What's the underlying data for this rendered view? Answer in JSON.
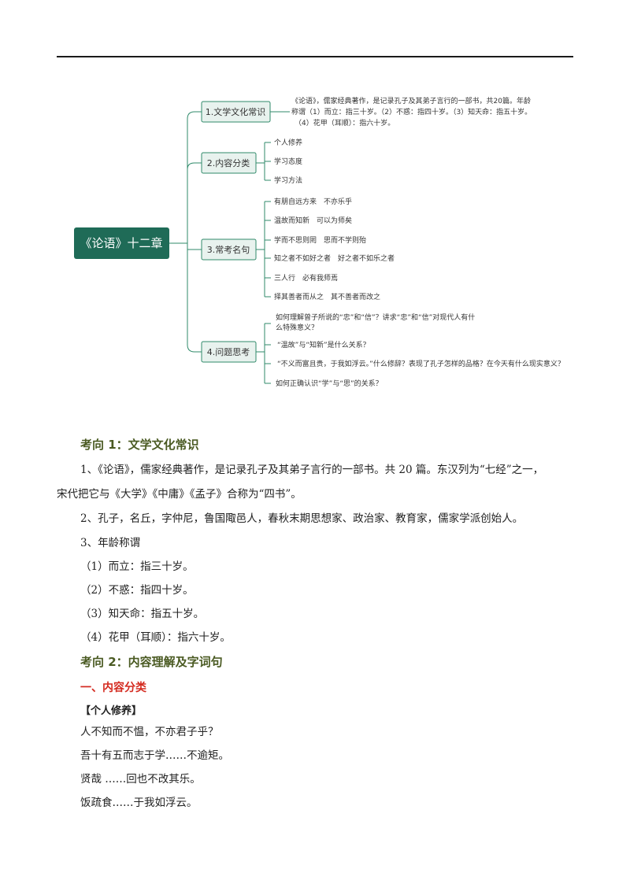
{
  "mindmap": {
    "root": "《论语》十二章",
    "branches": [
      {
        "label": "1.文学文化常识",
        "leaves": [
          "《论语》，儒家经典著作，是记录孔子及其弟子言行的一部书，共20篇。年龄",
          "称谓（1）而立：指三十岁。（2）不惑：指四十岁。（3）知天命：指五十岁。",
          "（4）花甲（耳顺）：指六十岁。"
        ]
      },
      {
        "label": "2.内容分类",
        "leaves": [
          "个人修养",
          "学习态度",
          "学习方法"
        ]
      },
      {
        "label": "3.常考名句",
        "leaves": [
          "有朋自远方来　不亦乐乎",
          "温故而知新　可以为师矣",
          "学而不思则罔　思而不学则殆",
          "知之者不如好之者　好之者不如乐之者",
          "三人行　必有我师焉",
          "择其善者而从之　其不善者而改之"
        ]
      },
      {
        "label": "4.问题思考",
        "leaves": [
          "如何理解曾子所说的“忠”和“信”？讲求“忠”和“信”对现代人有什",
          "么特殊意义？",
          "“温故”与“知新”是什么关系？",
          "“不义而富且贵，于我如浮云。”什么修辞？表现了孔子怎样的品格？在今天有什么现实意义？",
          "如何正确认识“学”与“思”的关系？"
        ]
      }
    ]
  },
  "section1": {
    "heading": "考向 1：文学文化常识",
    "p1_line1": "1、《论语》，儒家经典著作，是记录孔子及其弟子言行的一部书。共 20 篇。东汉列为“七经”之一，",
    "p1_line2": "宋代把它与《大学》《中庸》《孟子》合称为“四书”。",
    "p2": "2、孔子，名丘，字仲尼，鲁国陬邑人，春秋末期思想家、政治家、教育家，儒家学派创始人。",
    "p3": "3、年龄称谓",
    "ages": [
      "（1）而立：指三十岁。",
      "（2）不惑：指四十岁。",
      "（3）知天命：指五十岁。",
      "（4）花甲（耳顺）：指六十岁。"
    ]
  },
  "section2": {
    "heading": "考向 2：内容理解及字词句",
    "subheading": "一、内容分类",
    "bracket": "【个人修养】",
    "lines": [
      "人不知而不愠，不亦君子乎？",
      "吾十有五而志于学……不逾矩。",
      "贤哉 ……回也不改其乐。",
      "饭疏食……于我如浮云。"
    ]
  }
}
